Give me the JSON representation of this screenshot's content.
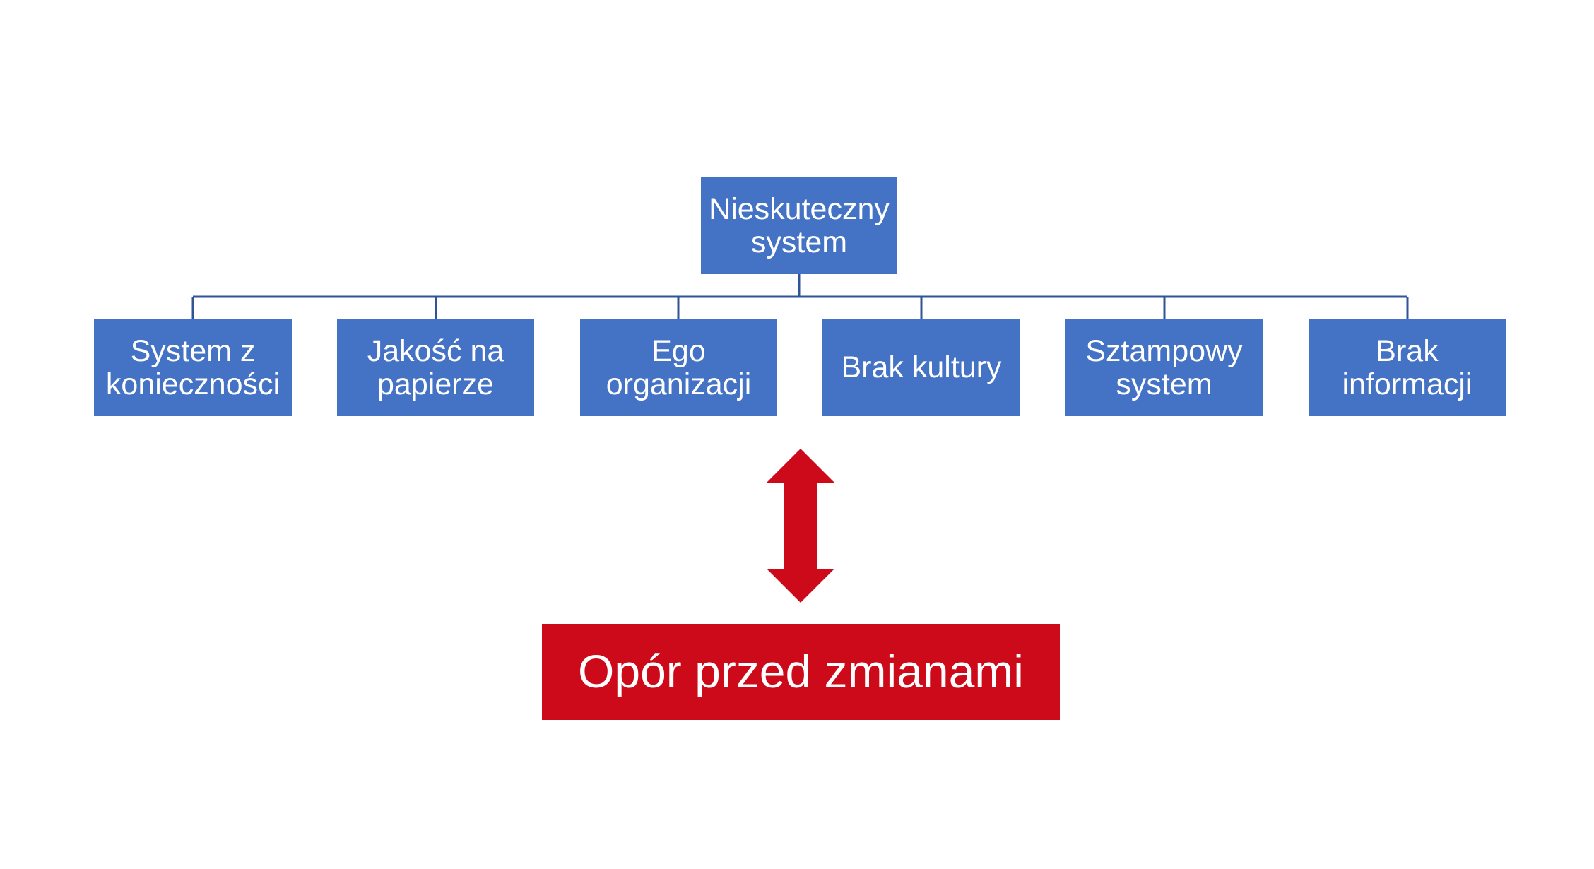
{
  "diagram": {
    "root": {
      "label": "Nieskuteczny system"
    },
    "children": [
      {
        "label": "System z konieczności"
      },
      {
        "label": "Jakość na papierze"
      },
      {
        "label": "Ego organizacji"
      },
      {
        "label": "Brak kultury"
      },
      {
        "label": "Sztampowy system"
      },
      {
        "label": "Brak informacji"
      }
    ],
    "outcome": {
      "label": "Opór przed zmianami"
    },
    "colors": {
      "node_fill": "#4472C4",
      "connector": "#2F5597",
      "outcome_fill": "#CC0A19",
      "arrow_fill": "#CC0A19",
      "text": "#FFFFFF"
    }
  }
}
